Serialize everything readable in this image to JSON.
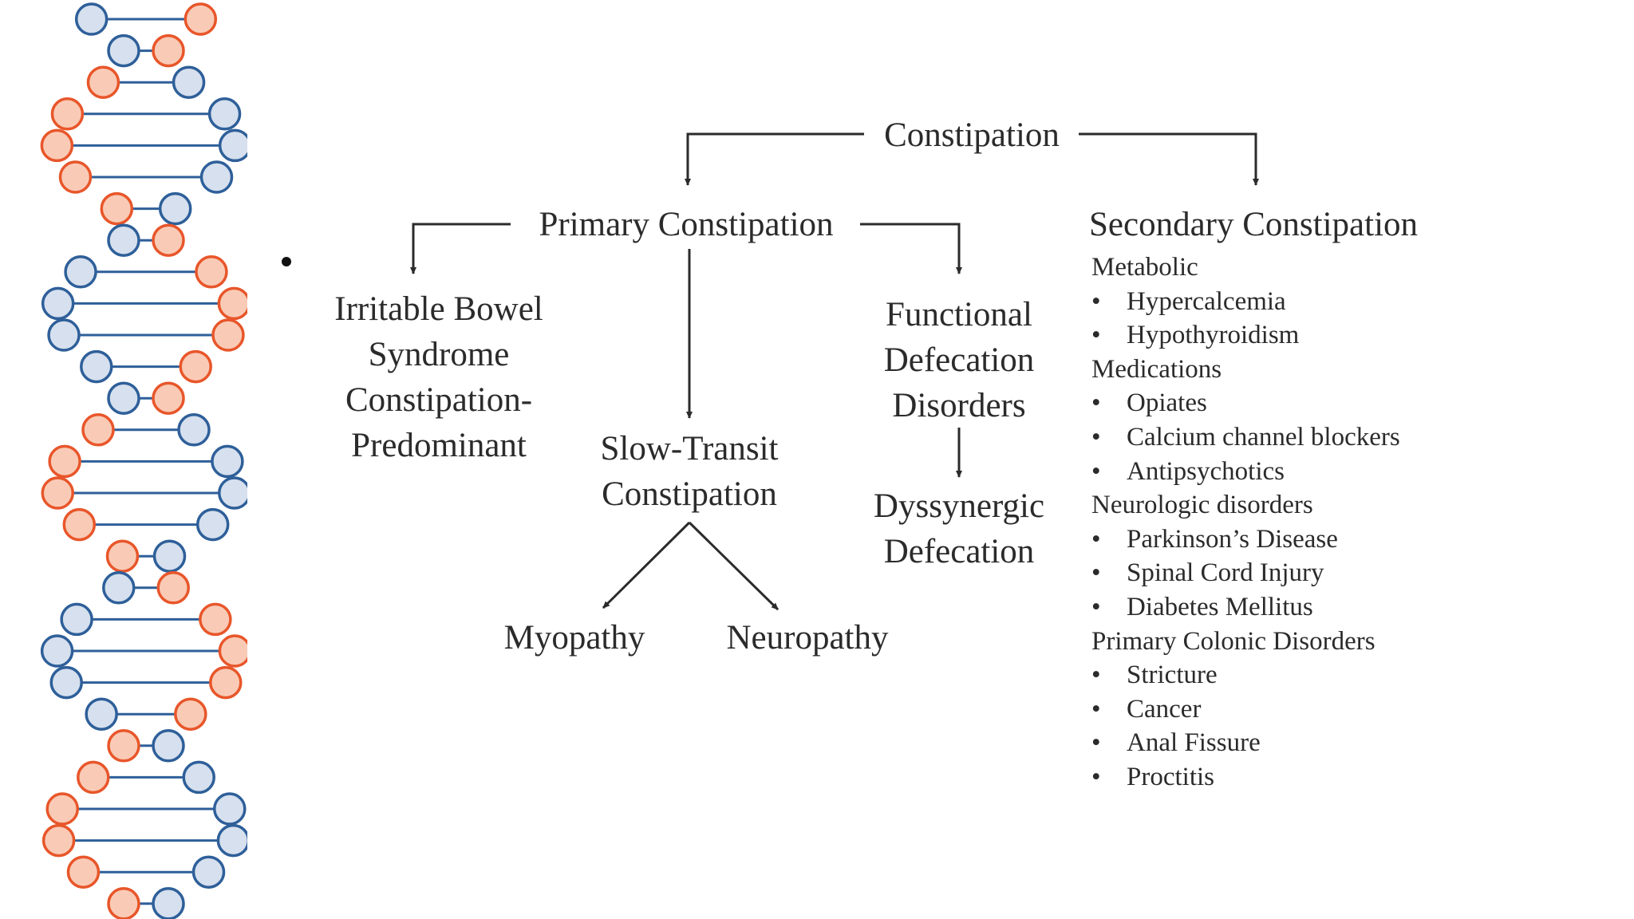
{
  "diagram": {
    "root": "Constipation",
    "primary": "Primary Constipation",
    "secondary": "Secondary Constipation",
    "ibs": [
      "Irritable Bowel",
      "Syndrome",
      "Constipation-",
      "Predominant"
    ],
    "slow_transit": [
      "Slow-Transit",
      "Constipation"
    ],
    "functional": [
      "Functional",
      "Defecation",
      "Disorders"
    ],
    "dyssynergic": [
      "Dyssynergic",
      "Defecation"
    ],
    "myopathy": "Myopathy",
    "neuropathy": "Neuropathy",
    "secondary_causes": [
      {
        "category": "Metabolic",
        "items": [
          "Hypercalcemia",
          "Hypothyroidism"
        ]
      },
      {
        "category": "Medications",
        "items": [
          "Opiates",
          "Calcium channel blockers",
          "Antipsychotics"
        ]
      },
      {
        "category": "Neurologic disorders",
        "items": [
          "Parkinson’s Disease",
          "Spinal Cord Injury",
          "Diabetes Mellitus"
        ]
      },
      {
        "category": "Primary Colonic Disorders",
        "items": [
          "Stricture",
          "Cancer",
          "Anal Fissure",
          "Proctitis"
        ]
      }
    ]
  },
  "colors": {
    "line": "#2b2b2b",
    "dna_orange": "#e8562a",
    "dna_blue": "#2e5f99",
    "dna_orange_fill": "#f9cbb6",
    "dna_blue_fill": "#d6e0ee"
  }
}
